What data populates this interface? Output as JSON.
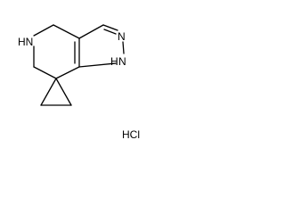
{
  "molecule": {
    "atoms": {
      "nh_ring": "HN",
      "pyrazole_n": "N",
      "pyrazole_nh_n": "N",
      "pyrazole_nh_h": "H"
    },
    "salt": "HCl"
  }
}
